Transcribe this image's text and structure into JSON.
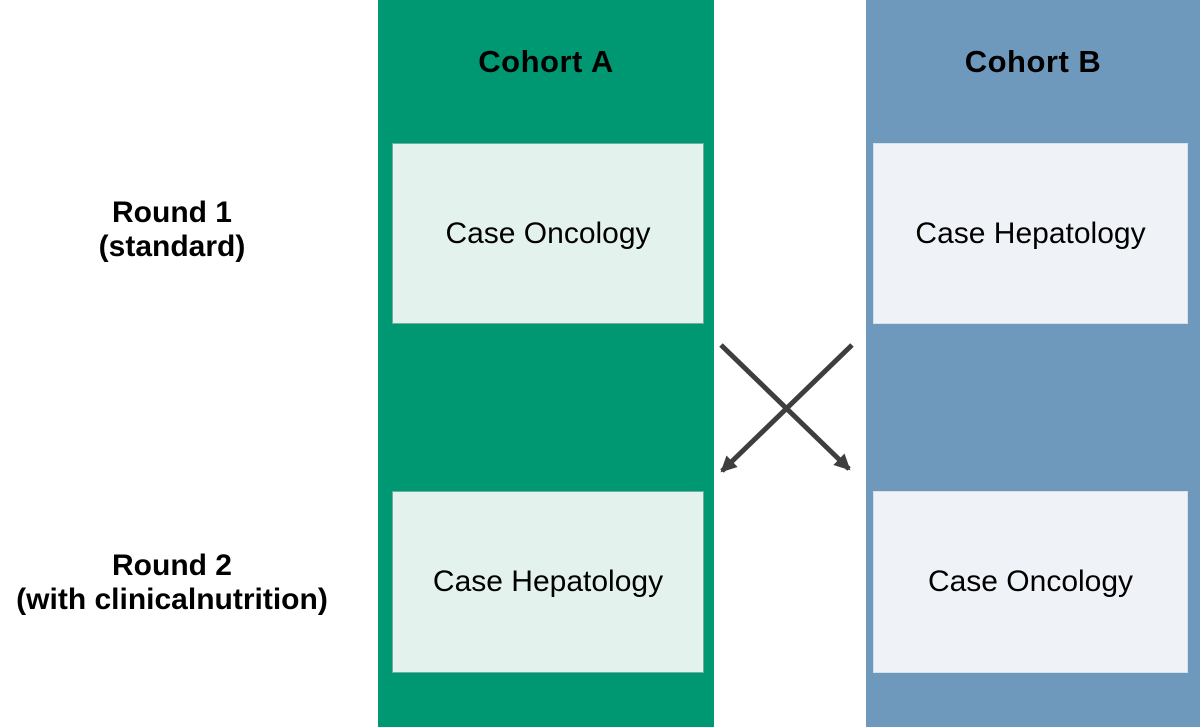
{
  "diagram": {
    "background_color": "#FFFFFF",
    "text_color": "#000000",
    "row_labels": [
      {
        "title": "Round 1",
        "subtitle": "(standard)"
      },
      {
        "title": "Round 2",
        "subtitle": "(with clinicalnutrition)"
      }
    ],
    "cohorts": [
      {
        "name": "Cohort A",
        "column_color": "#009872",
        "card_fill_color": "#E4F2EE",
        "card_border_color": "#6FAF9E",
        "round1_case": "Case Oncology",
        "round2_case": "Case Hepatology"
      },
      {
        "name": "Cohort B",
        "column_color": "#6E98BC",
        "card_fill_color": "#EFF3F7",
        "card_border_color": "#D4E0EA",
        "round1_case": "Case Hepatology",
        "round2_case": "Case Oncology"
      }
    ],
    "crossover": {
      "arrow_color": "#3E3E3E"
    }
  }
}
